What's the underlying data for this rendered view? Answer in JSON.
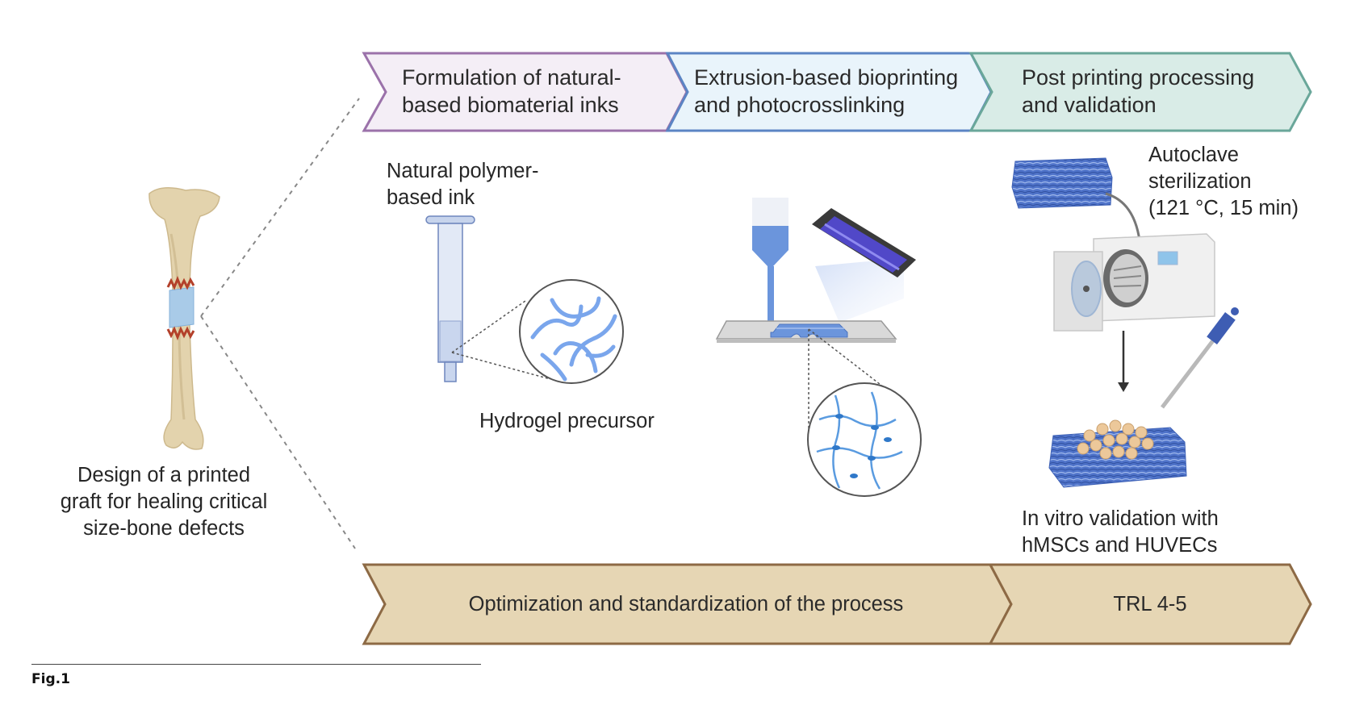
{
  "figure": {
    "caption": "Fig.1",
    "colors": {
      "stage1_fill": "#f4eef6",
      "stage1_stroke": "#9b72aa",
      "stage2_fill": "#e9f4fb",
      "stage2_stroke": "#5b84c4",
      "stage3_fill": "#d9ece7",
      "stage3_stroke": "#6aa79a",
      "bottom_fill": "#e6d6b4",
      "bottom_stroke": "#8d6a45",
      "hydrogel_blue": "#5a86d6",
      "bone": "#e3d3ad"
    }
  },
  "left_panel": {
    "caption_lines": [
      "Design of a printed",
      "graft for healing critical",
      "size-bone defects"
    ]
  },
  "stages": [
    {
      "lines": [
        "Formulation of natural-",
        "based biomaterial inks"
      ]
    },
    {
      "lines": [
        "Extrusion-based bioprinting",
        "and photocrosslinking"
      ]
    },
    {
      "lines": [
        "Post printing processing",
        "and validation"
      ]
    }
  ],
  "stage1": {
    "ink_label_lines": [
      "Natural polymer-",
      "based ink"
    ],
    "precursor_label": "Hydrogel precursor"
  },
  "stage3": {
    "autoclave_label_lines": [
      "Autoclave",
      "sterilization",
      "(121 °C, 15 min)"
    ],
    "validation_label_lines": [
      "In vitro validation with",
      "hMSCs and HUVECs"
    ]
  },
  "bottom": {
    "process_label": "Optimization and standardization of the process",
    "trl_label": "TRL 4-5"
  }
}
